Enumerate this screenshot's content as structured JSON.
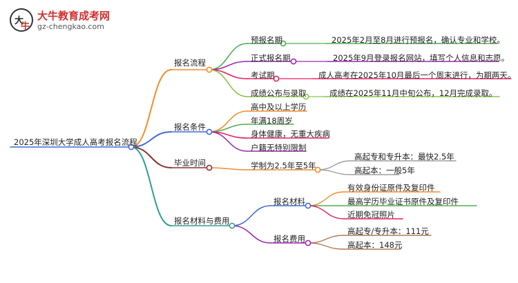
{
  "logo": {
    "mark_text_1": "大",
    "mark_text_2": "牛",
    "title": "大牛教育成考网",
    "url": "gz-chengkao.com"
  },
  "mindmap": {
    "root": "2025年深圳大学成人高考报名流程",
    "branches": [
      {
        "label": "报名流程",
        "color": "#F28C28",
        "children": [
          {
            "label": "预报名期",
            "color": "#4CAF50",
            "detail": "2025年2月至8月进行预报名，确认专业和学校。"
          },
          {
            "label": "正式报名期",
            "color": "#9C27B0",
            "detail": "2025年9月登录报名网站，填写个人信息和志愿。"
          },
          {
            "label": "考试期",
            "color": "#E91E63",
            "detail": "成人高考在2025年10月最后一个周末进行，为期两天。"
          },
          {
            "label": "成绩公布与录取",
            "color": "#8BC34A",
            "detail": "成绩在2025年11月中旬公布，12月完成录取。"
          }
        ]
      },
      {
        "label": "报名条件",
        "color": "#3F6BD8",
        "children": [
          {
            "label": "高中及以上学历",
            "color": "#F28C28"
          },
          {
            "label": "年满18周岁",
            "color": "#4CAF50"
          },
          {
            "label": "身体健康，无重大疾病",
            "color": "#E91E63"
          },
          {
            "label": "户籍无特别限制",
            "color": "#9C27B0"
          }
        ]
      },
      {
        "label": "毕业时间",
        "color": "#8B2E2E",
        "children": [
          {
            "label": "学制为2.5年至5年",
            "color": "#F28C28",
            "children": [
              {
                "label": "高起专和专升本：最快2.5年",
                "color": "#9E9E9E"
              },
              {
                "label": "高起本：一般5年",
                "color": "#9E9E9E"
              }
            ]
          }
        ]
      },
      {
        "label": "报名材料与费用",
        "color": "#2E9E8F",
        "children": [
          {
            "label": "报名材料",
            "color": "#3F6BD8",
            "children": [
              {
                "label": "有效身份证原件及复印件",
                "color": "#F28C28"
              },
              {
                "label": "最高学历毕业证书原件及复印件",
                "color": "#4CAF50"
              },
              {
                "label": "近期免冠照片",
                "color": "#E91E63"
              }
            ]
          },
          {
            "label": "报名费用",
            "color": "#9C27B0",
            "children": [
              {
                "label": "高起专/专升本：111元",
                "color": "#B07A5A"
              },
              {
                "label": "高起本：148元",
                "color": "#B07A5A"
              }
            ]
          }
        ]
      }
    ]
  }
}
